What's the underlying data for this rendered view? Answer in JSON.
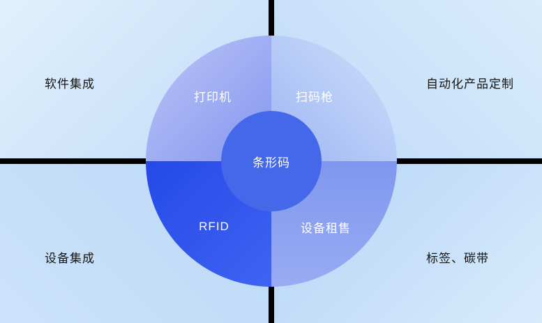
{
  "center": {
    "label": "条形码",
    "color": "#4468e9"
  },
  "segments": [
    {
      "id": "printer",
      "label": "打印机",
      "position": "top-left",
      "gradient": {
        "from": "#8496ef",
        "to": "#bcc6f7",
        "angle": 315
      }
    },
    {
      "id": "scanner",
      "label": "扫码枪",
      "position": "top-right",
      "gradient": {
        "from": "#9fb6f2",
        "to": "#cde0fb",
        "angle": 45
      }
    },
    {
      "id": "rfid",
      "label": "RFID",
      "position": "bottom-left",
      "gradient": {
        "from": "#2549e7",
        "to": "#3f63f1",
        "angle": 135
      }
    },
    {
      "id": "rental",
      "label": "设备租售",
      "position": "bottom-right",
      "gradient": {
        "from": "#8097ef",
        "to": "#98abf2",
        "angle": 180
      }
    }
  ],
  "corners": [
    {
      "id": "software-integration",
      "label": "软件集成",
      "position": "top-left"
    },
    {
      "id": "automation-product-customization",
      "label": "自动化产品定制",
      "position": "top-right"
    },
    {
      "id": "device-integration",
      "label": "设备集成",
      "position": "bottom-left"
    },
    {
      "id": "labels-ribbons",
      "label": "标签、碳带",
      "position": "bottom-right"
    }
  ],
  "colors": {
    "divider": "#000000",
    "background_light": "#e0f0fd",
    "background_deep": "#b5d4f5",
    "text_dark": "#141414",
    "text_light": "#ffffff"
  }
}
